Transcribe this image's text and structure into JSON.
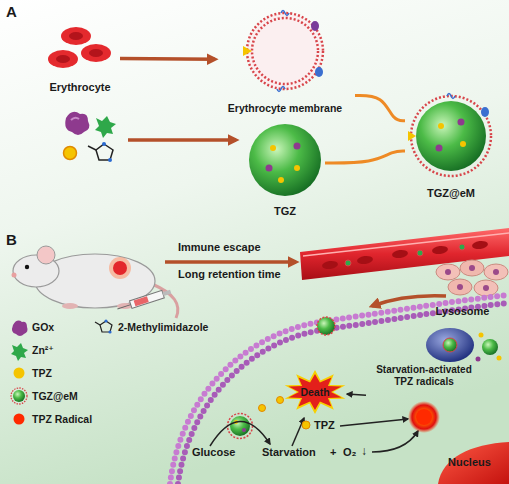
{
  "diagram": {
    "nodes": [
      {
        "text": [
          "Erythrocyte"
        ]
      },
      {
        "text": [
          "Erythrocyte membrane"
        ]
      },
      {
        "text": [
          "TGZ"
        ]
      },
      {
        "text": [
          "TGZ@eM"
        ]
      },
      {
        "text": [
          "Lysosome"
        ]
      },
      {
        "text": [
          "Death"
        ]
      },
      {
        "text": [
          "Starvation-activated TPZ radicals"
        ]
      },
      {
        "text": [
          "Nucleus"
        ]
      }
    ],
    "edges": [
      {
        "from": 0,
        "to": 1,
        "arrow": "to"
      },
      {
        "from": 1,
        "to": 3,
        "arrow": "none"
      },
      {
        "from": 2,
        "to": 3,
        "arrow": "none"
      },
      {
        "from": 6,
        "to": 5,
        "arrow": "to"
      }
    ],
    "labels": [
      "A",
      "B",
      "Immune escape",
      "Long retention time",
      "TPZ",
      "Glucose",
      "Starvation",
      "+",
      "O₂",
      "↓"
    ],
    "legend": [
      {
        "text": "GOx"
      },
      {
        "text": "2-Methylimidazole"
      },
      {
        "text": "Zn²⁺"
      },
      {
        "text": "TPZ",
        "color": "#f5c400"
      },
      {
        "text": "TGZ@eM"
      },
      {
        "text": "TPZ Radical",
        "color": "#ff2a00"
      }
    ]
  }
}
